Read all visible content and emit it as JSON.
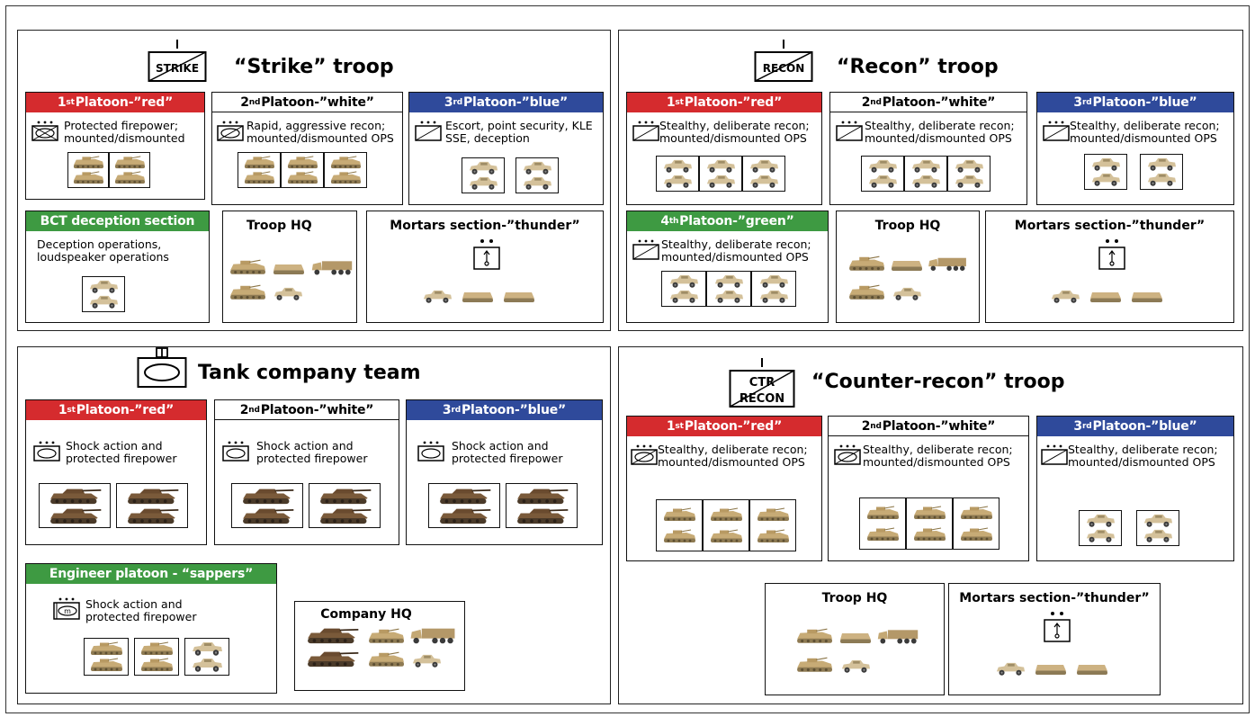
{
  "strike": {
    "symbol_label": "STRIKE",
    "title": "“Strike” troop",
    "p1": {
      "ord": "1",
      "sup": "st",
      "rest": " Platoon-”red”",
      "desc1": "Protected firepower;",
      "desc2": "mounted/dismounted",
      "symbol": "armored-cavalry-symbol"
    },
    "p2": {
      "ord": "2",
      "sup": "nd",
      "rest": " Platoon-”white”",
      "desc1": "Rapid, aggressive recon;",
      "desc2": "mounted/dismounted OPS",
      "symbol": "armored-recon-symbol"
    },
    "p3": {
      "ord": "3",
      "sup": "rd",
      "rest": " Platoon-”blue”",
      "desc1": "Escort, point security, KLE",
      "desc2": "SSE, deception",
      "symbol": "cavalry-symbol"
    },
    "bct": {
      "title": "BCT deception section",
      "desc1": "Deception operations,",
      "desc2": "loudspeaker operations"
    },
    "hq": {
      "title": "Troop HQ"
    },
    "mortars": {
      "title": "Mortars section-”thunder”"
    }
  },
  "recon": {
    "symbol_label": "RECON",
    "title": "“Recon” troop",
    "p1": {
      "ord": "1",
      "sup": "st",
      "rest": " Platoon-”red”",
      "desc1": "Stealthy, deliberate recon;",
      "desc2": "mounted/dismounted OPS"
    },
    "p2": {
      "ord": "2",
      "sup": "nd",
      "rest": " Platoon-”white”",
      "desc1": "Stealthy, deliberate recon;",
      "desc2": "mounted/dismounted OPS"
    },
    "p3": {
      "ord": "3",
      "sup": "rd",
      "rest": " Platoon-”blue”",
      "desc1": "Stealthy, deliberate recon;",
      "desc2": "mounted/dismounted OPS"
    },
    "p4": {
      "ord": "4",
      "sup": "th",
      "rest": " Platoon-”green”",
      "desc1": "Stealthy, deliberate recon;",
      "desc2": "mounted/dismounted OPS"
    },
    "hq": {
      "title": "Troop HQ"
    },
    "mortars": {
      "title": "Mortars section-”thunder”"
    }
  },
  "tank": {
    "title": "Tank company team",
    "p1": {
      "ord": "1",
      "sup": "st",
      "rest": " Platoon-”red”",
      "desc1": "Shock action and",
      "desc2": "protected firepower"
    },
    "p2": {
      "ord": "2",
      "sup": "nd",
      "rest": " Platoon-”white”",
      "desc1": "Shock action and",
      "desc2": "protected firepower"
    },
    "p3": {
      "ord": "3",
      "sup": "rd",
      "rest": " Platoon-”blue”",
      "desc1": "Shock action and",
      "desc2": "protected firepower"
    },
    "eng": {
      "title": "Engineer platoon - “sappers”",
      "desc1": "Shock action and",
      "desc2": "protected firepower"
    },
    "hq": {
      "title": "Company HQ"
    }
  },
  "counter": {
    "symbol_label1": "CTR",
    "symbol_label2": "RECON",
    "title": "“Counter-recon” troop",
    "p1": {
      "ord": "1",
      "sup": "st",
      "rest": " Platoon-”red”",
      "desc1": "Stealthy, deliberate recon;",
      "desc2": "mounted/dismounted OPS"
    },
    "p2": {
      "ord": "2",
      "sup": "nd",
      "rest": " Platoon-”white”",
      "desc1": "Stealthy, deliberate recon;",
      "desc2": "mounted/dismounted OPS"
    },
    "p3": {
      "ord": "3",
      "sup": "rd",
      "rest": " Platoon-”blue”",
      "desc1": "Stealthy, deliberate recon;",
      "desc2": "mounted/dismounted OPS"
    },
    "hq": {
      "title": "Troop HQ"
    },
    "mortars": {
      "title": "Mortars section-”thunder”"
    }
  },
  "colors": {
    "red": "#d52b2e",
    "blue": "#2f4a9b",
    "green": "#3e9a42",
    "vehicle_tan": "#c9ad78"
  }
}
